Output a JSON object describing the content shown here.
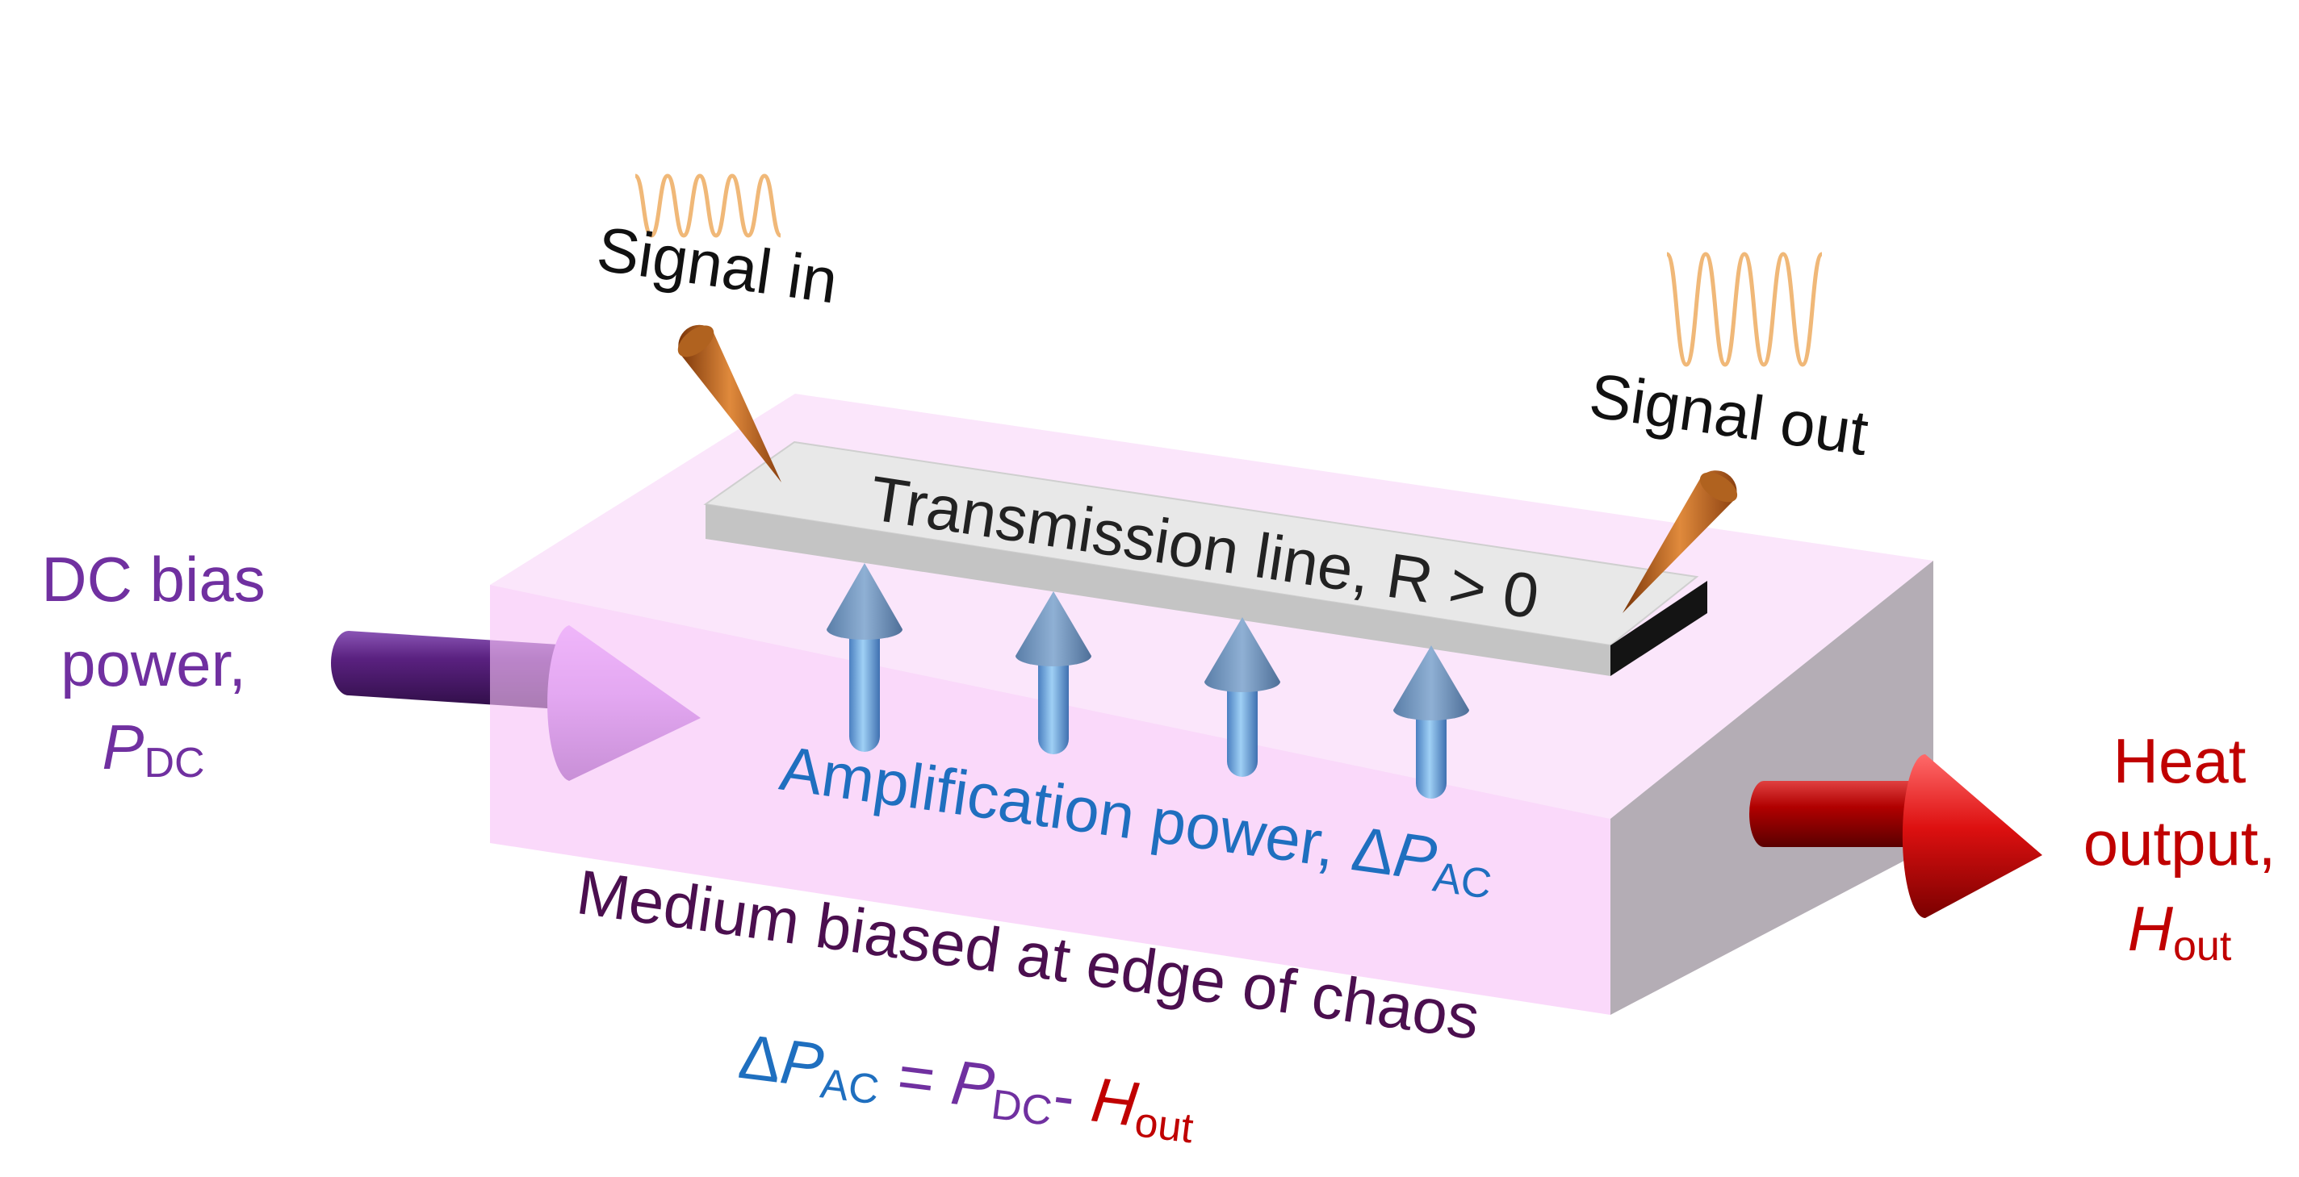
{
  "labels": {
    "signal_in": "Signal in",
    "signal_out": "Signal out",
    "transmission_line": "Transmission line, R > 0",
    "dc_bias_line1": "DC bias",
    "dc_bias_line2": "power,",
    "p_dc_main": "P",
    "p_dc_sub": "DC",
    "amplification_main": "Amplification power, ΔP",
    "amplification_sub": "AC",
    "heat_line1": "Heat",
    "heat_line2": "output,",
    "h_out_main": "H",
    "h_out_sub": "out",
    "medium": "Medium biased at edge of chaos",
    "eq_dpac_main": "ΔP",
    "eq_dpac_sub": "AC",
    "eq_equals": " = ",
    "eq_pdc_main": "P",
    "eq_pdc_sub": "DC",
    "eq_minus": "- ",
    "eq_hout_main": "H",
    "eq_hout_sub": "out"
  },
  "colors": {
    "purple": "#7030a0",
    "blue": "#1f6fbf",
    "red": "#c00000",
    "dark_purple": "#4b0f4f",
    "black": "#111111",
    "wave": "#f0b878",
    "probe": "#b85a14"
  }
}
